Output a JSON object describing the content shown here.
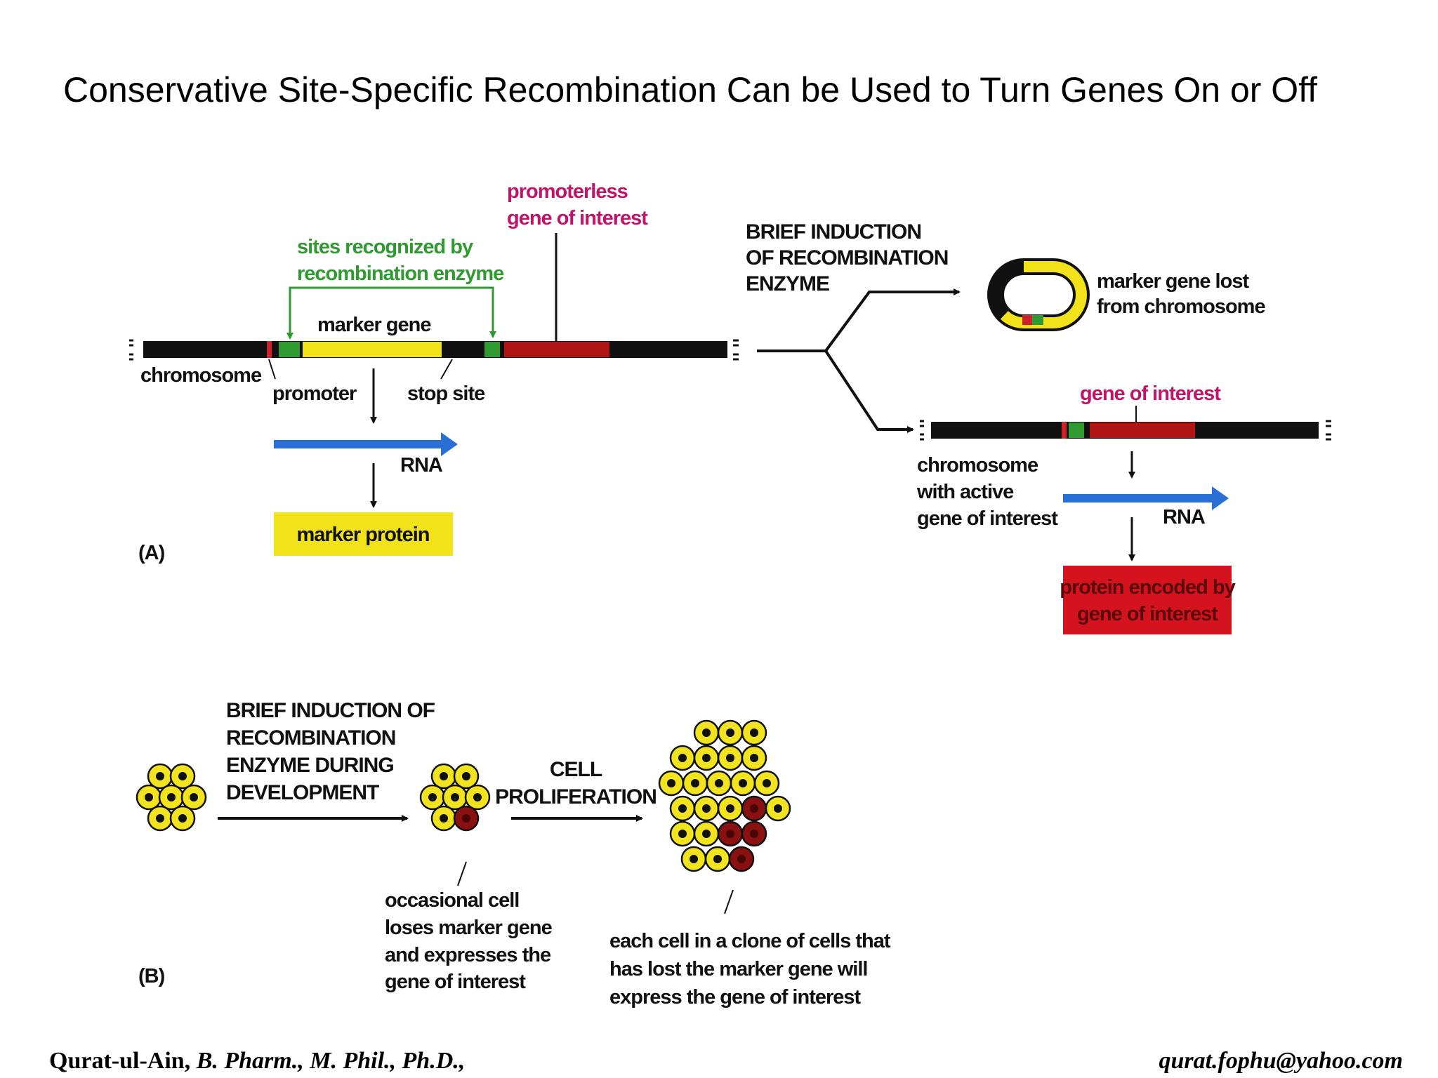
{
  "title": "Conservative Site-Specific Recombination Can be Used to Turn Genes On or Off",
  "panel_a": {
    "panel_label": "(A)",
    "promoterless_1": "promoterless",
    "promoterless_2": "gene of interest",
    "sites_1": "sites recognized by",
    "sites_2": "recombination enzyme",
    "marker_gene": "marker gene",
    "chromosome": "chromosome",
    "promoter": "promoter",
    "stop_site": "stop site",
    "rna": "RNA",
    "marker_protein": "marker protein",
    "induction_1": "BRIEF INDUCTION",
    "induction_2": "OF RECOMBINATION",
    "induction_3": "ENZYME",
    "marker_lost_1": "marker gene lost",
    "marker_lost_2": "from chromosome",
    "gene_of_interest": "gene of interest",
    "active_1": "chromosome",
    "active_2": "with active",
    "active_3": "gene of interest",
    "rna2": "RNA",
    "protein_1": "protein encoded by",
    "protein_2": "gene of interest"
  },
  "panel_b": {
    "panel_label": "(B)",
    "induction_1": "BRIEF INDUCTION OF",
    "induction_2": "RECOMBINATION",
    "induction_3": "ENZYME DURING",
    "induction_4": "DEVELOPMENT",
    "prolif_1": "CELL",
    "prolif_2": "PROLIFERATION",
    "occasional_1": "occasional cell",
    "occasional_2": "loses marker gene",
    "occasional_3": "and expresses the",
    "occasional_4": "gene of interest",
    "clone_1": "each cell in a clone of cells that",
    "clone_2": "has lost the marker gene will",
    "clone_3": "express the gene of interest"
  },
  "footer": {
    "author": "Qurat-ul-Ain,",
    "degrees": " B. Pharm., M. Phil., Ph.D.,",
    "email": "qurat.fophu@yahoo.com"
  },
  "colors": {
    "chromosome": "#111111",
    "marker": "#f2e21a",
    "site_green": "#2f9a2f",
    "gene_red": "#b01515",
    "promoter_red": "#d0202a",
    "rna_blue": "#2a6fd6",
    "cell_yellow": "#f1e31e",
    "cell_dark_red": "#8b1010",
    "protein_red": "#d4131f"
  }
}
